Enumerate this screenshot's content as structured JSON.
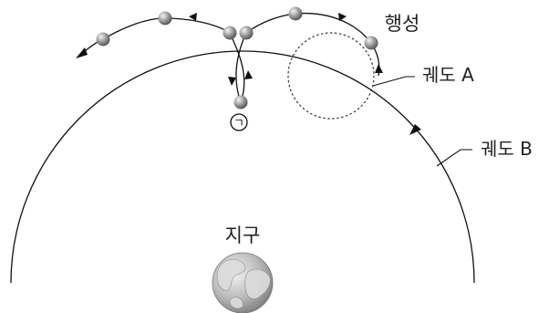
{
  "labels": {
    "planet": "행성",
    "orbit_a": "궤도 A",
    "orbit_b": "궤도 B",
    "earth": "지구",
    "point_marker": "ㄱ"
  },
  "colors": {
    "line": "#111111",
    "planet_fill": "#9a9a9a",
    "earth_fill": "#b8b8b8"
  }
}
